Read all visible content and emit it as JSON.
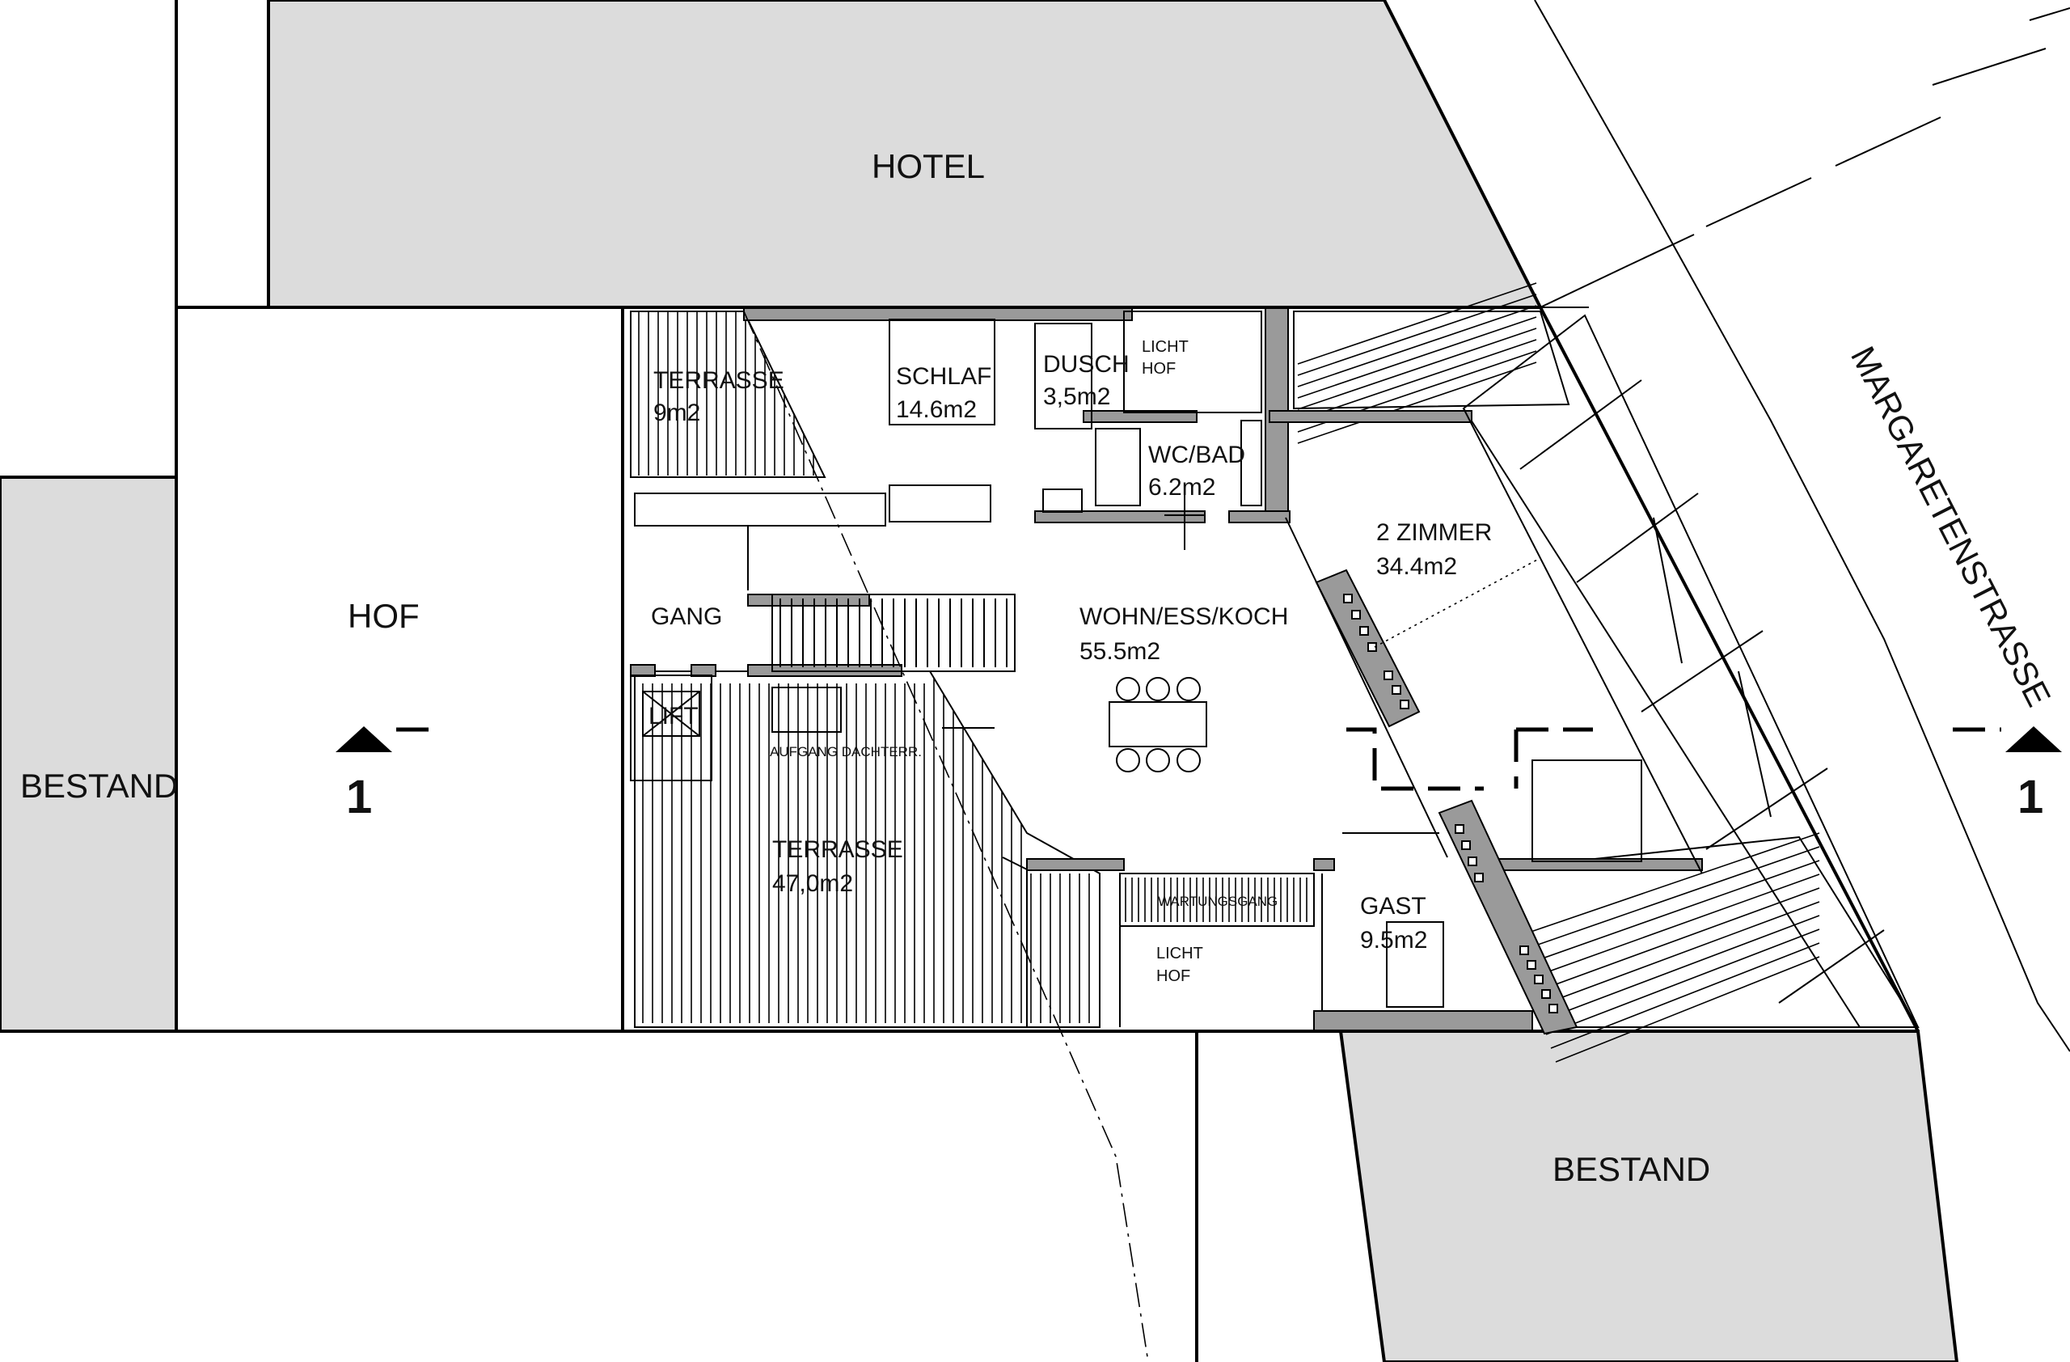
{
  "labels": {
    "hotel": "HOTEL",
    "hof": "HOF",
    "bestand_left": "BESTAND",
    "bestand_bottom": "BESTAND",
    "street": "MARGARETENSTRASSE",
    "terrasse_small_name": "TERRASSE",
    "terrasse_small_area": "9m2",
    "schlaf_name": "SCHLAF",
    "schlaf_area": "14.6m2",
    "dusch_name": "DUSCH",
    "dusch_area": "3,5m2",
    "lichthof_top_1": "LICHT",
    "lichthof_top_2": "HOF",
    "wcbad_name": "WC/BAD",
    "wcbad_area": "6.2m2",
    "zimmer_name": "2 ZIMMER",
    "zimmer_area": "34.4m2",
    "gang": "GANG",
    "lift": "LIFT",
    "wohn_name": "WOHN/ESS/KOCH",
    "wohn_area": "55.5m2",
    "aufgang": "AUFGANG DACHTERR.",
    "terrasse_big_name": "TERRASSE",
    "terrasse_big_area": "47,0m2",
    "wartungsgang": "WARTUNGSGANG",
    "lichthof_bottom_1": "LICHT",
    "lichthof_bottom_2": "HOF",
    "gast_name": "GAST",
    "gast_area": "9.5m2",
    "section_left": "1",
    "section_right": "1"
  }
}
